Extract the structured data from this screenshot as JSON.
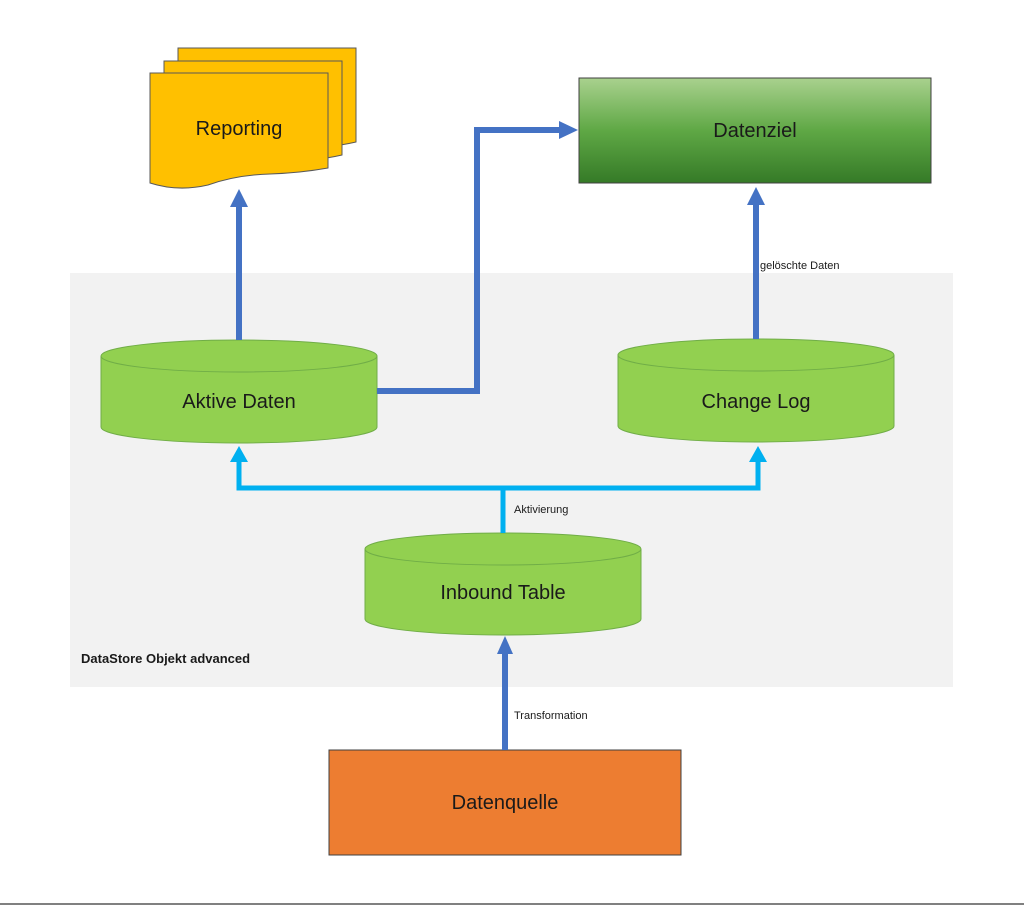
{
  "container": {
    "label": "DataStore Objekt advanced"
  },
  "nodes": {
    "reporting": {
      "label": "Reporting",
      "shape": "multi-document",
      "color": "#ffc000"
    },
    "datenziel": {
      "label": "Datenziel",
      "shape": "rectangle",
      "color": "#4f9a3a"
    },
    "aktive_daten": {
      "label": "Aktive Daten",
      "shape": "cylinder",
      "color": "#92d050"
    },
    "change_log": {
      "label": "Change Log",
      "shape": "cylinder",
      "color": "#92d050"
    },
    "inbound_table": {
      "label": "Inbound Table",
      "shape": "cylinder",
      "color": "#92d050"
    },
    "datenquelle": {
      "label": "Datenquelle",
      "shape": "rectangle",
      "color": "#ed7d31"
    }
  },
  "edges": {
    "transformation": {
      "from": "datenquelle",
      "to": "inbound_table",
      "label": "Transformation"
    },
    "aktivierung": {
      "from": "inbound_table",
      "to": [
        "aktive_daten",
        "change_log"
      ],
      "label": "Aktivierung"
    },
    "geloeschte_daten": {
      "from": "change_log",
      "to": "datenziel",
      "label": "gelöschte Daten"
    },
    "aktive_to_reporting": {
      "from": "aktive_daten",
      "to": "reporting"
    },
    "aktive_to_datenziel": {
      "from": "aktive_daten",
      "to": "datenziel"
    }
  },
  "colors": {
    "arrow_dark": "#4472c4",
    "arrow_light": "#00b0f0",
    "container_bg": "#f2f2f2"
  }
}
